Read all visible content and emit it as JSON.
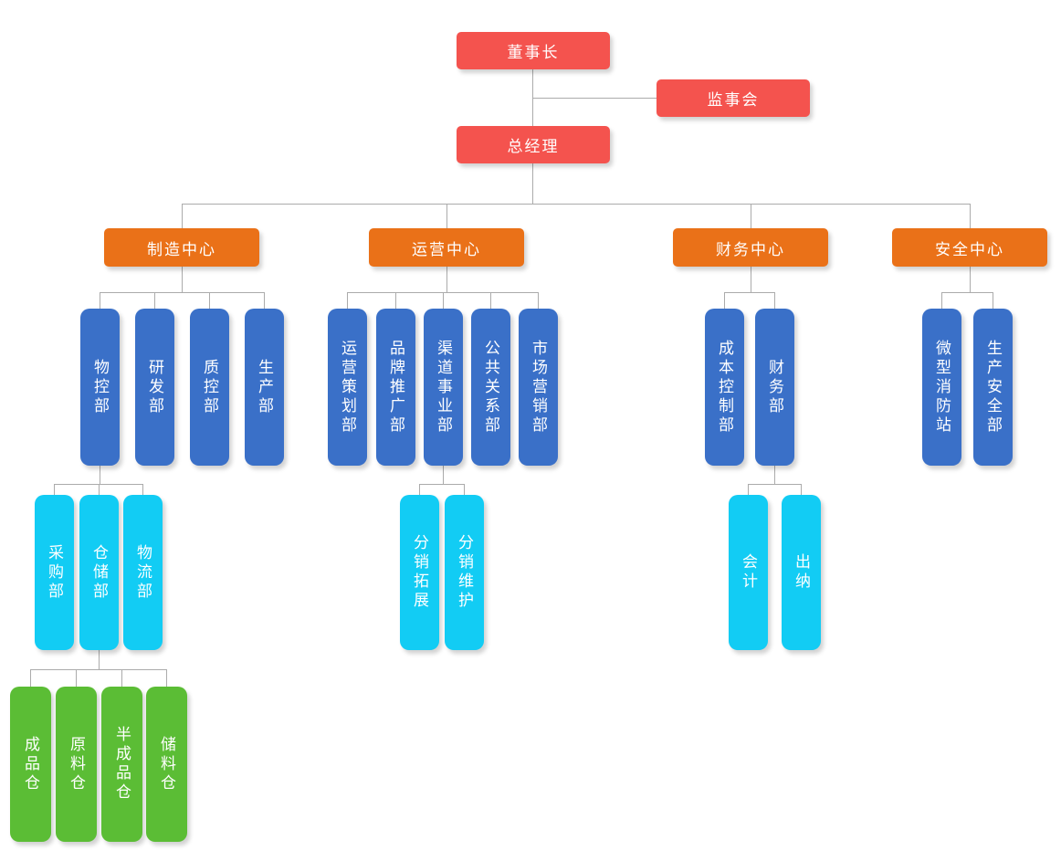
{
  "page": {
    "background": "#ffffff"
  },
  "colors": {
    "level1": "#f4534e",
    "level2": "#ea7118",
    "level3": "#3a70c8",
    "level4": "#12ccf4",
    "level5": "#5bbd35",
    "connector": "#ababab",
    "node_text": "#ffffff"
  },
  "org_chart": {
    "type": "org-tree",
    "nodes": {
      "chairman": {
        "label": "董事长",
        "level": 1,
        "parent": null
      },
      "supervisory_board": {
        "label": "监事会",
        "level": 1,
        "parent": "chairman"
      },
      "general_manager": {
        "label": "总经理",
        "level": 1,
        "parent": "chairman"
      },
      "manufacturing_center": {
        "label": "制造中心",
        "level": 2,
        "parent": "general_manager"
      },
      "operations_center": {
        "label": "运营中心",
        "level": 2,
        "parent": "general_manager"
      },
      "finance_center": {
        "label": "财务中心",
        "level": 2,
        "parent": "general_manager"
      },
      "safety_center": {
        "label": "安全中心",
        "level": 2,
        "parent": "general_manager"
      },
      "materials_control_dept": {
        "label": "物控部",
        "level": 3,
        "parent": "manufacturing_center"
      },
      "rnd_dept": {
        "label": "研发部",
        "level": 3,
        "parent": "manufacturing_center"
      },
      "quality_control_dept": {
        "label": "质控部",
        "level": 3,
        "parent": "manufacturing_center"
      },
      "production_dept": {
        "label": "生产部",
        "level": 3,
        "parent": "manufacturing_center"
      },
      "operations_planning_dept": {
        "label": "运营策划部",
        "level": 3,
        "parent": "operations_center"
      },
      "brand_promotion_dept": {
        "label": "品牌推广部",
        "level": 3,
        "parent": "operations_center"
      },
      "channel_business_dept": {
        "label": "渠道事业部",
        "level": 3,
        "parent": "operations_center"
      },
      "public_relations_dept": {
        "label": "公共关系部",
        "level": 3,
        "parent": "operations_center"
      },
      "marketing_dept": {
        "label": "市场营销部",
        "level": 3,
        "parent": "operations_center"
      },
      "cost_control_dept": {
        "label": "成本控制部",
        "level": 3,
        "parent": "finance_center"
      },
      "finance_dept": {
        "label": "财务部",
        "level": 3,
        "parent": "finance_center"
      },
      "micro_fire_station": {
        "label": "微型消防站",
        "level": 3,
        "parent": "safety_center"
      },
      "production_safety_dept": {
        "label": "生产安全部",
        "level": 3,
        "parent": "safety_center"
      },
      "purchasing_dept": {
        "label": "采购部",
        "level": 4,
        "parent": "materials_control_dept"
      },
      "warehousing_dept": {
        "label": "仓储部",
        "level": 4,
        "parent": "materials_control_dept"
      },
      "logistics_dept": {
        "label": "物流部",
        "level": 4,
        "parent": "materials_control_dept"
      },
      "distribution_expansion": {
        "label": "分销拓展",
        "level": 4,
        "parent": "channel_business_dept"
      },
      "distribution_maintenance": {
        "label": "分销维护",
        "level": 4,
        "parent": "channel_business_dept"
      },
      "accounting": {
        "label": "会计",
        "level": 4,
        "parent": "finance_dept"
      },
      "cashier": {
        "label": "出纳",
        "level": 4,
        "parent": "finance_dept"
      },
      "finished_goods_warehouse": {
        "label": "成品仓",
        "level": 5,
        "parent": "warehousing_dept"
      },
      "raw_material_warehouse": {
        "label": "原料仓",
        "level": 5,
        "parent": "warehousing_dept"
      },
      "semi_finished_warehouse": {
        "label": "半成品仓",
        "level": 5,
        "parent": "warehousing_dept"
      },
      "storage_warehouse": {
        "label": "储料仓",
        "level": 5,
        "parent": "warehousing_dept"
      }
    }
  }
}
